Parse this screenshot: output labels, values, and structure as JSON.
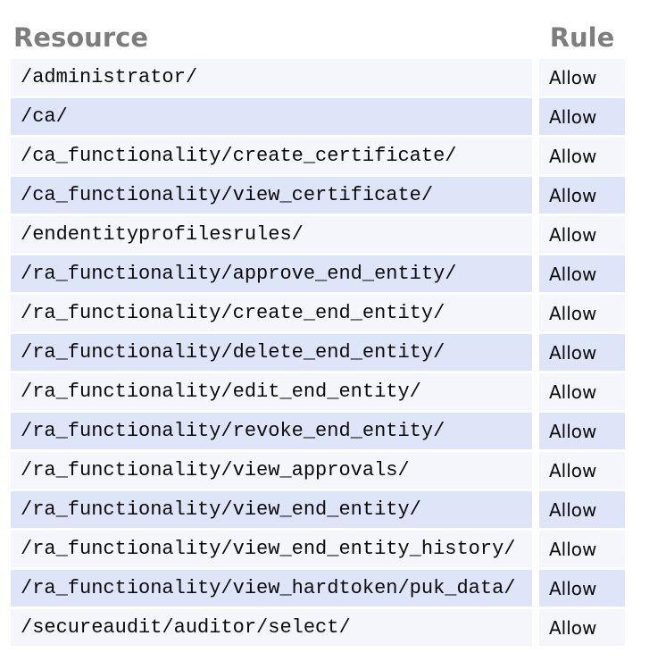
{
  "colors": {
    "row_light": "#f4f6fc",
    "row_dark": "#dfe5f9",
    "header_text": "#7d7d7d",
    "cell_text": "#0a0a0a",
    "background": "#ffffff"
  },
  "table": {
    "columns": [
      {
        "label": "Resource"
      },
      {
        "label": "Rule"
      }
    ],
    "rows": [
      {
        "resource": "/administrator/",
        "rule": "Allow"
      },
      {
        "resource": "/ca/",
        "rule": "Allow"
      },
      {
        "resource": "/ca_functionality/create_certificate/",
        "rule": "Allow"
      },
      {
        "resource": "/ca_functionality/view_certificate/",
        "rule": "Allow"
      },
      {
        "resource": "/endentityprofilesrules/",
        "rule": "Allow"
      },
      {
        "resource": "/ra_functionality/approve_end_entity/",
        "rule": "Allow"
      },
      {
        "resource": "/ra_functionality/create_end_entity/",
        "rule": "Allow"
      },
      {
        "resource": "/ra_functionality/delete_end_entity/",
        "rule": "Allow"
      },
      {
        "resource": "/ra_functionality/edit_end_entity/",
        "rule": "Allow"
      },
      {
        "resource": "/ra_functionality/revoke_end_entity/",
        "rule": "Allow"
      },
      {
        "resource": "/ra_functionality/view_approvals/",
        "rule": "Allow"
      },
      {
        "resource": "/ra_functionality/view_end_entity/",
        "rule": "Allow"
      },
      {
        "resource": "/ra_functionality/view_end_entity_history/",
        "rule": "Allow"
      },
      {
        "resource": "/ra_functionality/view_hardtoken/puk_data/",
        "rule": "Allow"
      },
      {
        "resource": "/secureaudit/auditor/select/",
        "rule": "Allow"
      }
    ]
  }
}
